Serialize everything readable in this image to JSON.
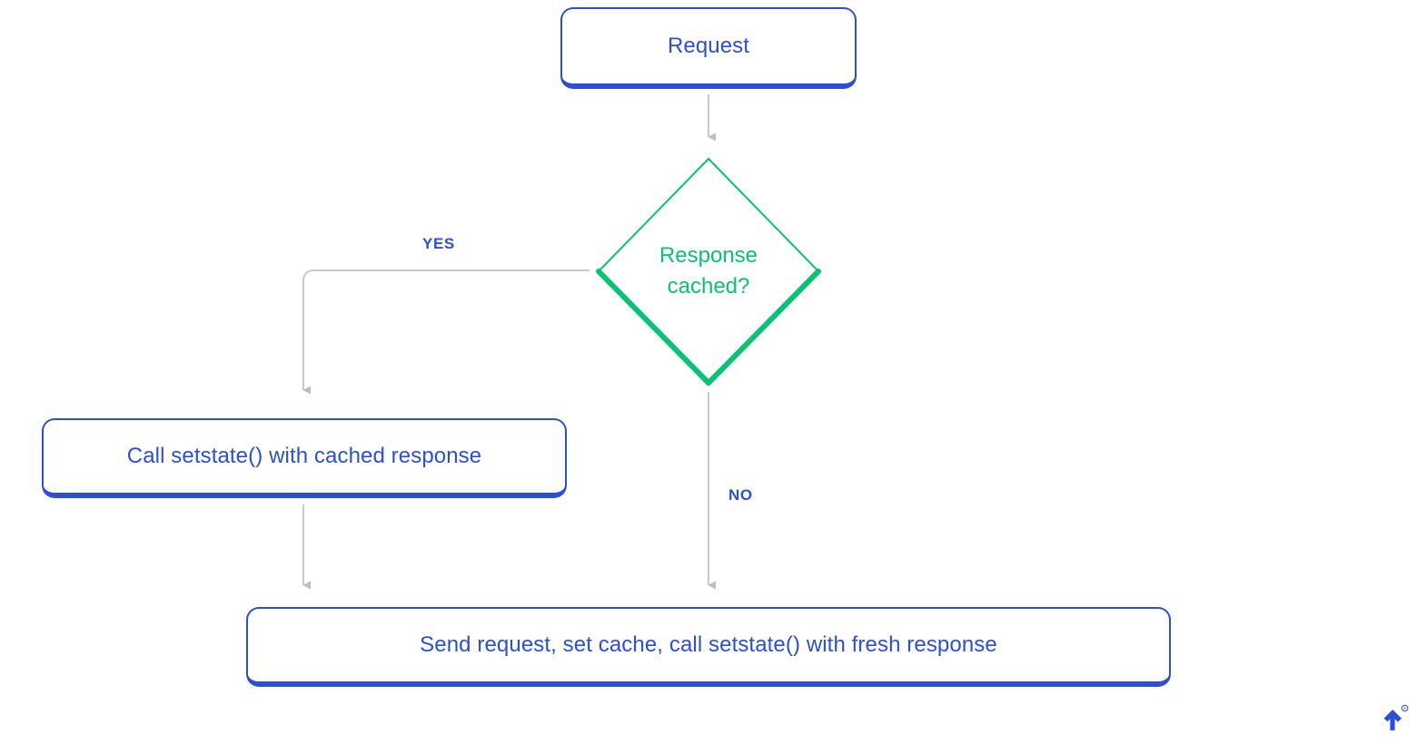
{
  "diagram": {
    "title": "Request caching flowchart",
    "type": "flowchart",
    "colors": {
      "process_blue": "#2c4fd4",
      "decision_green": "#0ac273",
      "connector_grey": "#bfbfbf",
      "background": "#ffffff"
    },
    "nodes": [
      {
        "id": "request",
        "shape": "rounded-rect",
        "label": "Request",
        "color": "#2c4fd4"
      },
      {
        "id": "decision",
        "shape": "diamond",
        "label_line1": "Response",
        "label_line2": "cached?",
        "color": "#0ac273"
      },
      {
        "id": "cached-resp",
        "shape": "rounded-rect",
        "label": "Call setstate() with cached response",
        "color": "#2c4fd4"
      },
      {
        "id": "fresh-resp",
        "shape": "rounded-rect",
        "label": "Send request, set cache, call setstate() with fresh response",
        "color": "#2c4fd4"
      }
    ],
    "edges": [
      {
        "id": "request-to-decision",
        "from": "request",
        "to": "decision",
        "label": ""
      },
      {
        "id": "decision-to-cached",
        "from": "decision",
        "to": "cached-resp",
        "label": "YES"
      },
      {
        "id": "decision-to-fresh",
        "from": "decision",
        "to": "fresh-resp",
        "label": "NO"
      },
      {
        "id": "cached-to-fresh",
        "from": "cached-resp",
        "to": "fresh-resp",
        "label": ""
      }
    ]
  },
  "branch_labels": {
    "yes": "YES",
    "no": "NO"
  },
  "brand": {
    "name": "toptal-logo-icon",
    "trademark": "®"
  }
}
